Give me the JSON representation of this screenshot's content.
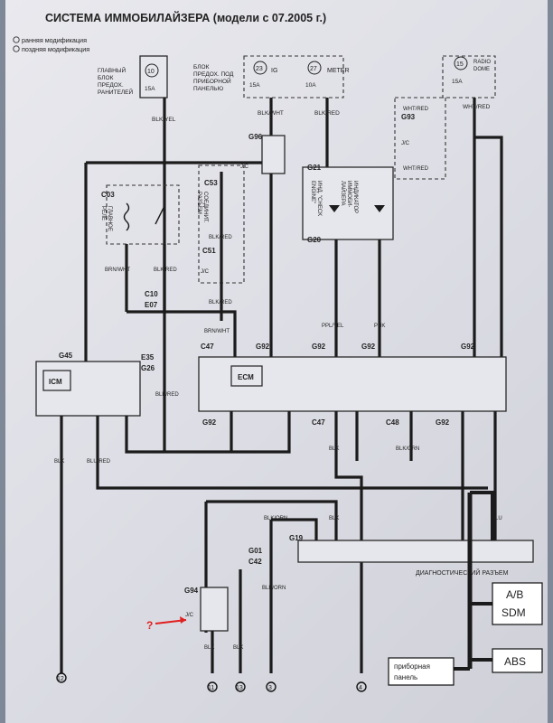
{
  "title": "СИСТЕМА ИММОБИЛАЙЗЕРА (модели с 07.2005 г.)",
  "legend": {
    "early": "ранняя модификация",
    "late": "поздняя модификация"
  },
  "header_sources": {
    "main_block_label": [
      "ГЛАВНЫЙ",
      "БЛОК",
      "ПРЕДОХ.",
      "РАНИТЕЛЕЙ"
    ],
    "dash_block_label": [
      "БЛОК",
      "ПРЕДОХ. ПОД",
      "ПРИБОРНОЙ",
      "ПАНЕЛЬЮ"
    ],
    "fuses": [
      {
        "num": "10",
        "amp": "15A",
        "name": ""
      },
      {
        "num": "23",
        "amp": "15A",
        "name": "IG"
      },
      {
        "num": "27",
        "amp": "10A",
        "name": "METER"
      },
      {
        "num": "15",
        "amp": "15A",
        "name": "RADIO DOME"
      }
    ]
  },
  "wire_colors": {
    "blk_yel": "BLK/YEL",
    "blk_wht": "BLK/WHT",
    "blk_red": "BLK/RED",
    "wht_red": "WHT/RED",
    "brn_wht": "BRN/WHT",
    "pplyel": "PPL/YEL",
    "pnk": "PNK",
    "blk": "BLK",
    "blk_orn": "BLK/ORN",
    "blu_red": "BLU/RED",
    "blu": "BLU"
  },
  "connectors": {
    "g96": "G96",
    "g93": "G93",
    "g21": "G21",
    "g20": "G20",
    "c03": "C03",
    "c53": "C53",
    "c51": "C51",
    "c10": "C10",
    "e07": "E07",
    "g45": "G45",
    "e35": "E35",
    "g26": "G26",
    "c47": "C47",
    "g92": "G92",
    "c48": "C48",
    "g01": "G01",
    "c42": "C42",
    "g19": "G19",
    "g94": "G94",
    "jc": "J/C"
  },
  "labels": {
    "main_relay": [
      "ГЛАВНОЕ",
      "РЕЛЕ"
    ],
    "connector_c53": [
      "СОЕДИНИТ.",
      "РАЗЪЕМ"
    ],
    "check_engine": [
      "ИНД. \"CHECK",
      "ENGINE\""
    ],
    "immo_indicator": [
      "ИНДИКАТОР",
      "ИММОБИ-",
      "ЛАЙЗЕРА"
    ],
    "icm": "ICM",
    "ecm": "ECM",
    "diag_connector": "ДИАГНОСТИЧЕСКИЙ РАЗЪЕМ",
    "question_mark": "?"
  },
  "grounds": [
    "12",
    "11",
    "13",
    "3",
    "4"
  ],
  "callouts": {
    "abs": "ABS",
    "ab_sdm_line1": "A/B",
    "ab_sdm_line2": "SDM",
    "dash_panel_line1": "приборная",
    "dash_panel_line2": "панель"
  },
  "colors": {
    "wire": "#1b1b1b",
    "arrow": "#e02020",
    "paper": "#e4e5eb"
  }
}
